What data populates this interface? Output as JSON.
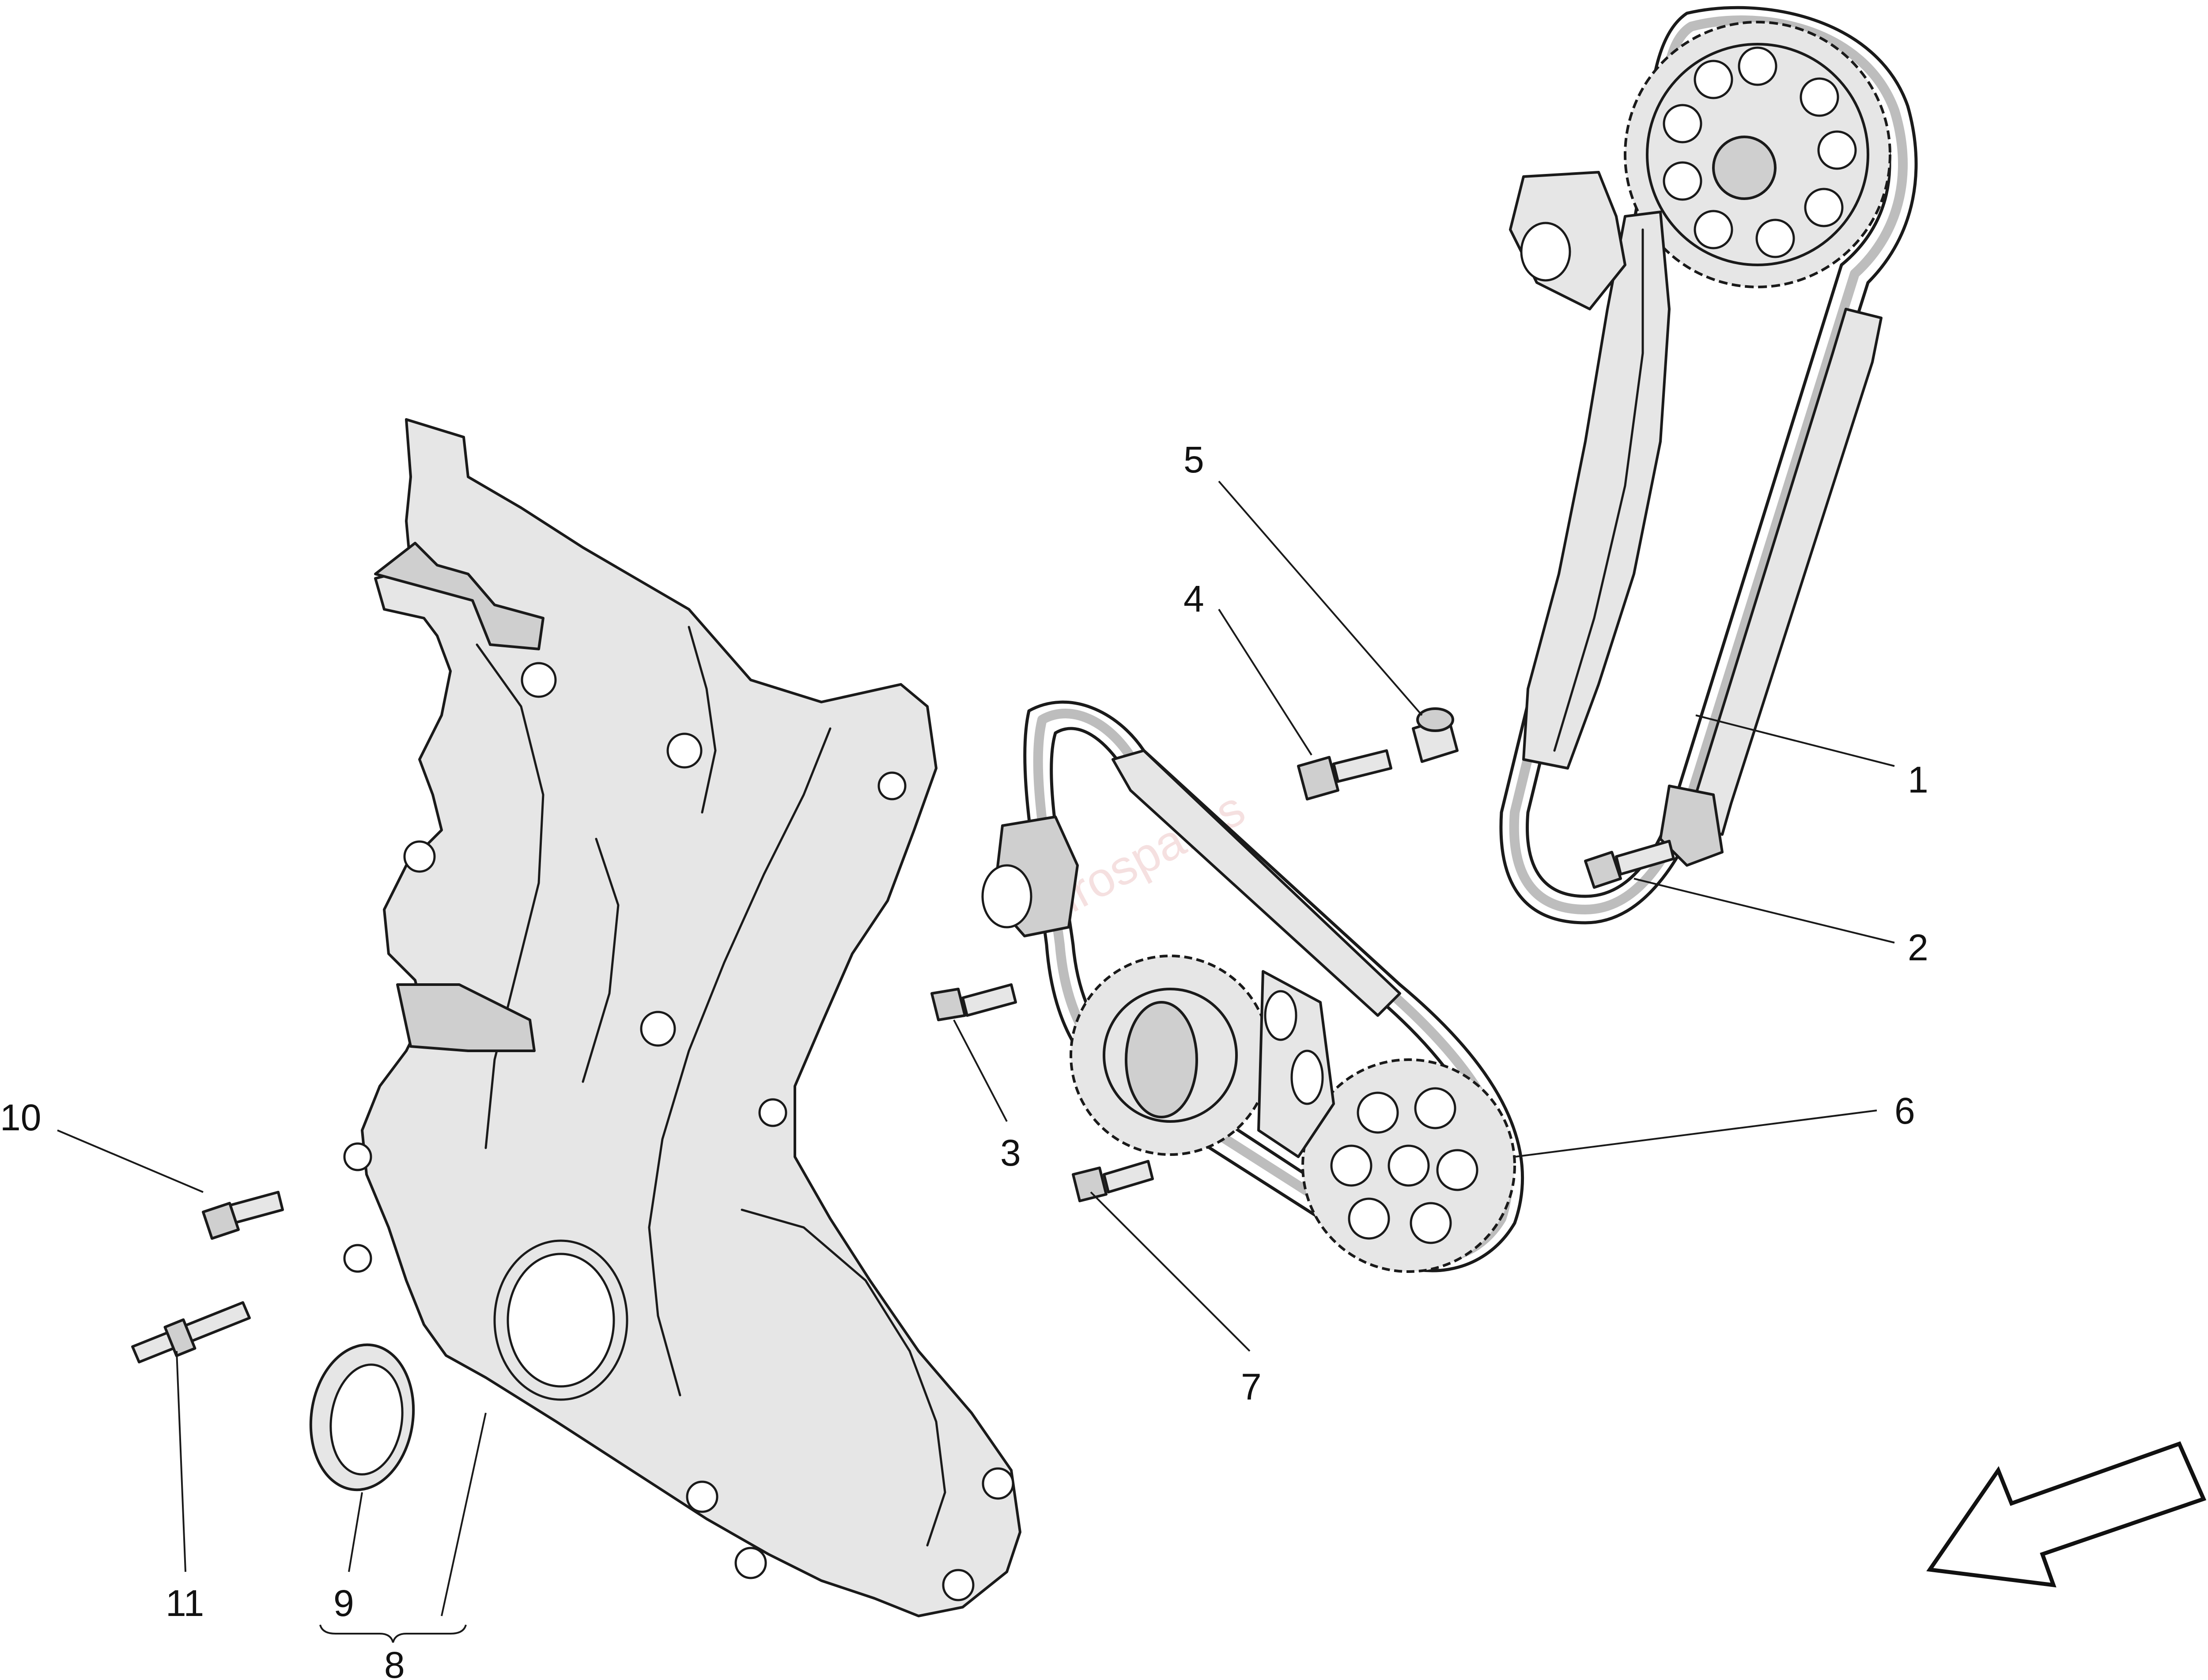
{
  "diagram": {
    "callouts": [
      {
        "id": "1",
        "label": "1"
      },
      {
        "id": "2",
        "label": "2"
      },
      {
        "id": "3",
        "label": "3"
      },
      {
        "id": "4",
        "label": "4"
      },
      {
        "id": "5",
        "label": "5"
      },
      {
        "id": "6",
        "label": "6"
      },
      {
        "id": "7",
        "label": "7"
      },
      {
        "id": "8",
        "label": "8"
      },
      {
        "id": "9",
        "label": "9"
      },
      {
        "id": "10",
        "label": "10"
      },
      {
        "id": "11",
        "label": "11"
      }
    ],
    "watermark": "eurospares"
  },
  "colors": {
    "part_fill": "#e6e6e6",
    "line": "#1a1a1a",
    "background": "#ffffff"
  }
}
